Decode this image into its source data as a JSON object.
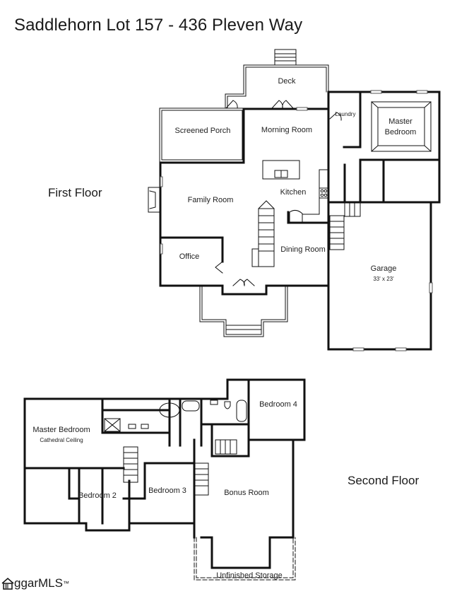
{
  "title": "Saddlehorn Lot 157 - 436 Pleven Way",
  "floors": {
    "first": {
      "label": "First Floor",
      "rooms": {
        "deck": "Deck",
        "screened_porch": "Screened Porch",
        "morning_room": "Morning Room",
        "laundry": "Laundry",
        "master_bedroom": "Master Bedroom",
        "master_bedroom_line1": "Master",
        "master_bedroom_line2": "Bedroom",
        "kitchen": "Kitchen",
        "family_room": "Family Room",
        "office": "Office",
        "dining_room": "Dining Room",
        "garage": "Garage",
        "garage_dimensions": "33' x 23'"
      }
    },
    "second": {
      "label": "Second Floor",
      "rooms": {
        "master_bedroom": "Master Bedroom",
        "master_bedroom_note": "Cathedral Ceiling",
        "bedroom_2": "Bedroom 2",
        "bedroom_3": "Bedroom 3",
        "bedroom_4": "Bedroom 4",
        "bonus_room": "Bonus Room",
        "unfinished_storage": "Unfinished Storage"
      }
    }
  },
  "watermark": {
    "text": "ggarMLS",
    "trademark": "™",
    "icon": "house-icon"
  }
}
